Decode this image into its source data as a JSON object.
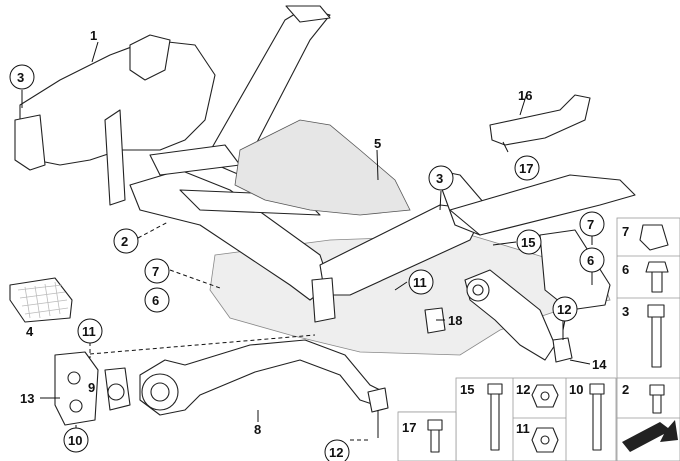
{
  "diagram": {
    "callouts": [
      {
        "id": "c1",
        "text": "1",
        "circled": false
      },
      {
        "id": "c3a",
        "text": "3",
        "circled": true
      },
      {
        "id": "c2",
        "text": "2",
        "circled": true
      },
      {
        "id": "c5",
        "text": "5",
        "circled": false
      },
      {
        "id": "c3b",
        "text": "3",
        "circled": true
      },
      {
        "id": "c16",
        "text": "16",
        "circled": false
      },
      {
        "id": "c17a",
        "text": "17",
        "circled": true
      },
      {
        "id": "c7a",
        "text": "7",
        "circled": false
      },
      {
        "id": "c6a",
        "text": "6",
        "circled": true
      },
      {
        "id": "c15a",
        "text": "15",
        "circled": false
      },
      {
        "id": "c7b",
        "text": "7",
        "circled": true
      },
      {
        "id": "c6b",
        "text": "6",
        "circled": true
      },
      {
        "id": "c11a",
        "text": "11",
        "circled": true
      },
      {
        "id": "c12a",
        "text": "12",
        "circled": true
      },
      {
        "id": "c18",
        "text": "18",
        "circled": false
      },
      {
        "id": "c4",
        "text": "4",
        "circled": false
      },
      {
        "id": "c11b",
        "text": "11",
        "circled": true
      },
      {
        "id": "c14",
        "text": "14",
        "circled": false
      },
      {
        "id": "c13",
        "text": "13",
        "circled": false
      },
      {
        "id": "c9",
        "text": "9",
        "circled": false
      },
      {
        "id": "c10a",
        "text": "10",
        "circled": true
      },
      {
        "id": "c8",
        "text": "8",
        "circled": false
      },
      {
        "id": "c12b",
        "text": "12",
        "circled": true
      }
    ],
    "legend": [
      {
        "id": "l7",
        "text": "7"
      },
      {
        "id": "l6",
        "text": "6"
      },
      {
        "id": "l3",
        "text": "3"
      },
      {
        "id": "l15",
        "text": "15"
      },
      {
        "id": "l12",
        "text": "12"
      },
      {
        "id": "l10",
        "text": "10"
      },
      {
        "id": "l2",
        "text": "2"
      },
      {
        "id": "l17",
        "text": "17"
      },
      {
        "id": "l11",
        "text": "11"
      }
    ]
  }
}
